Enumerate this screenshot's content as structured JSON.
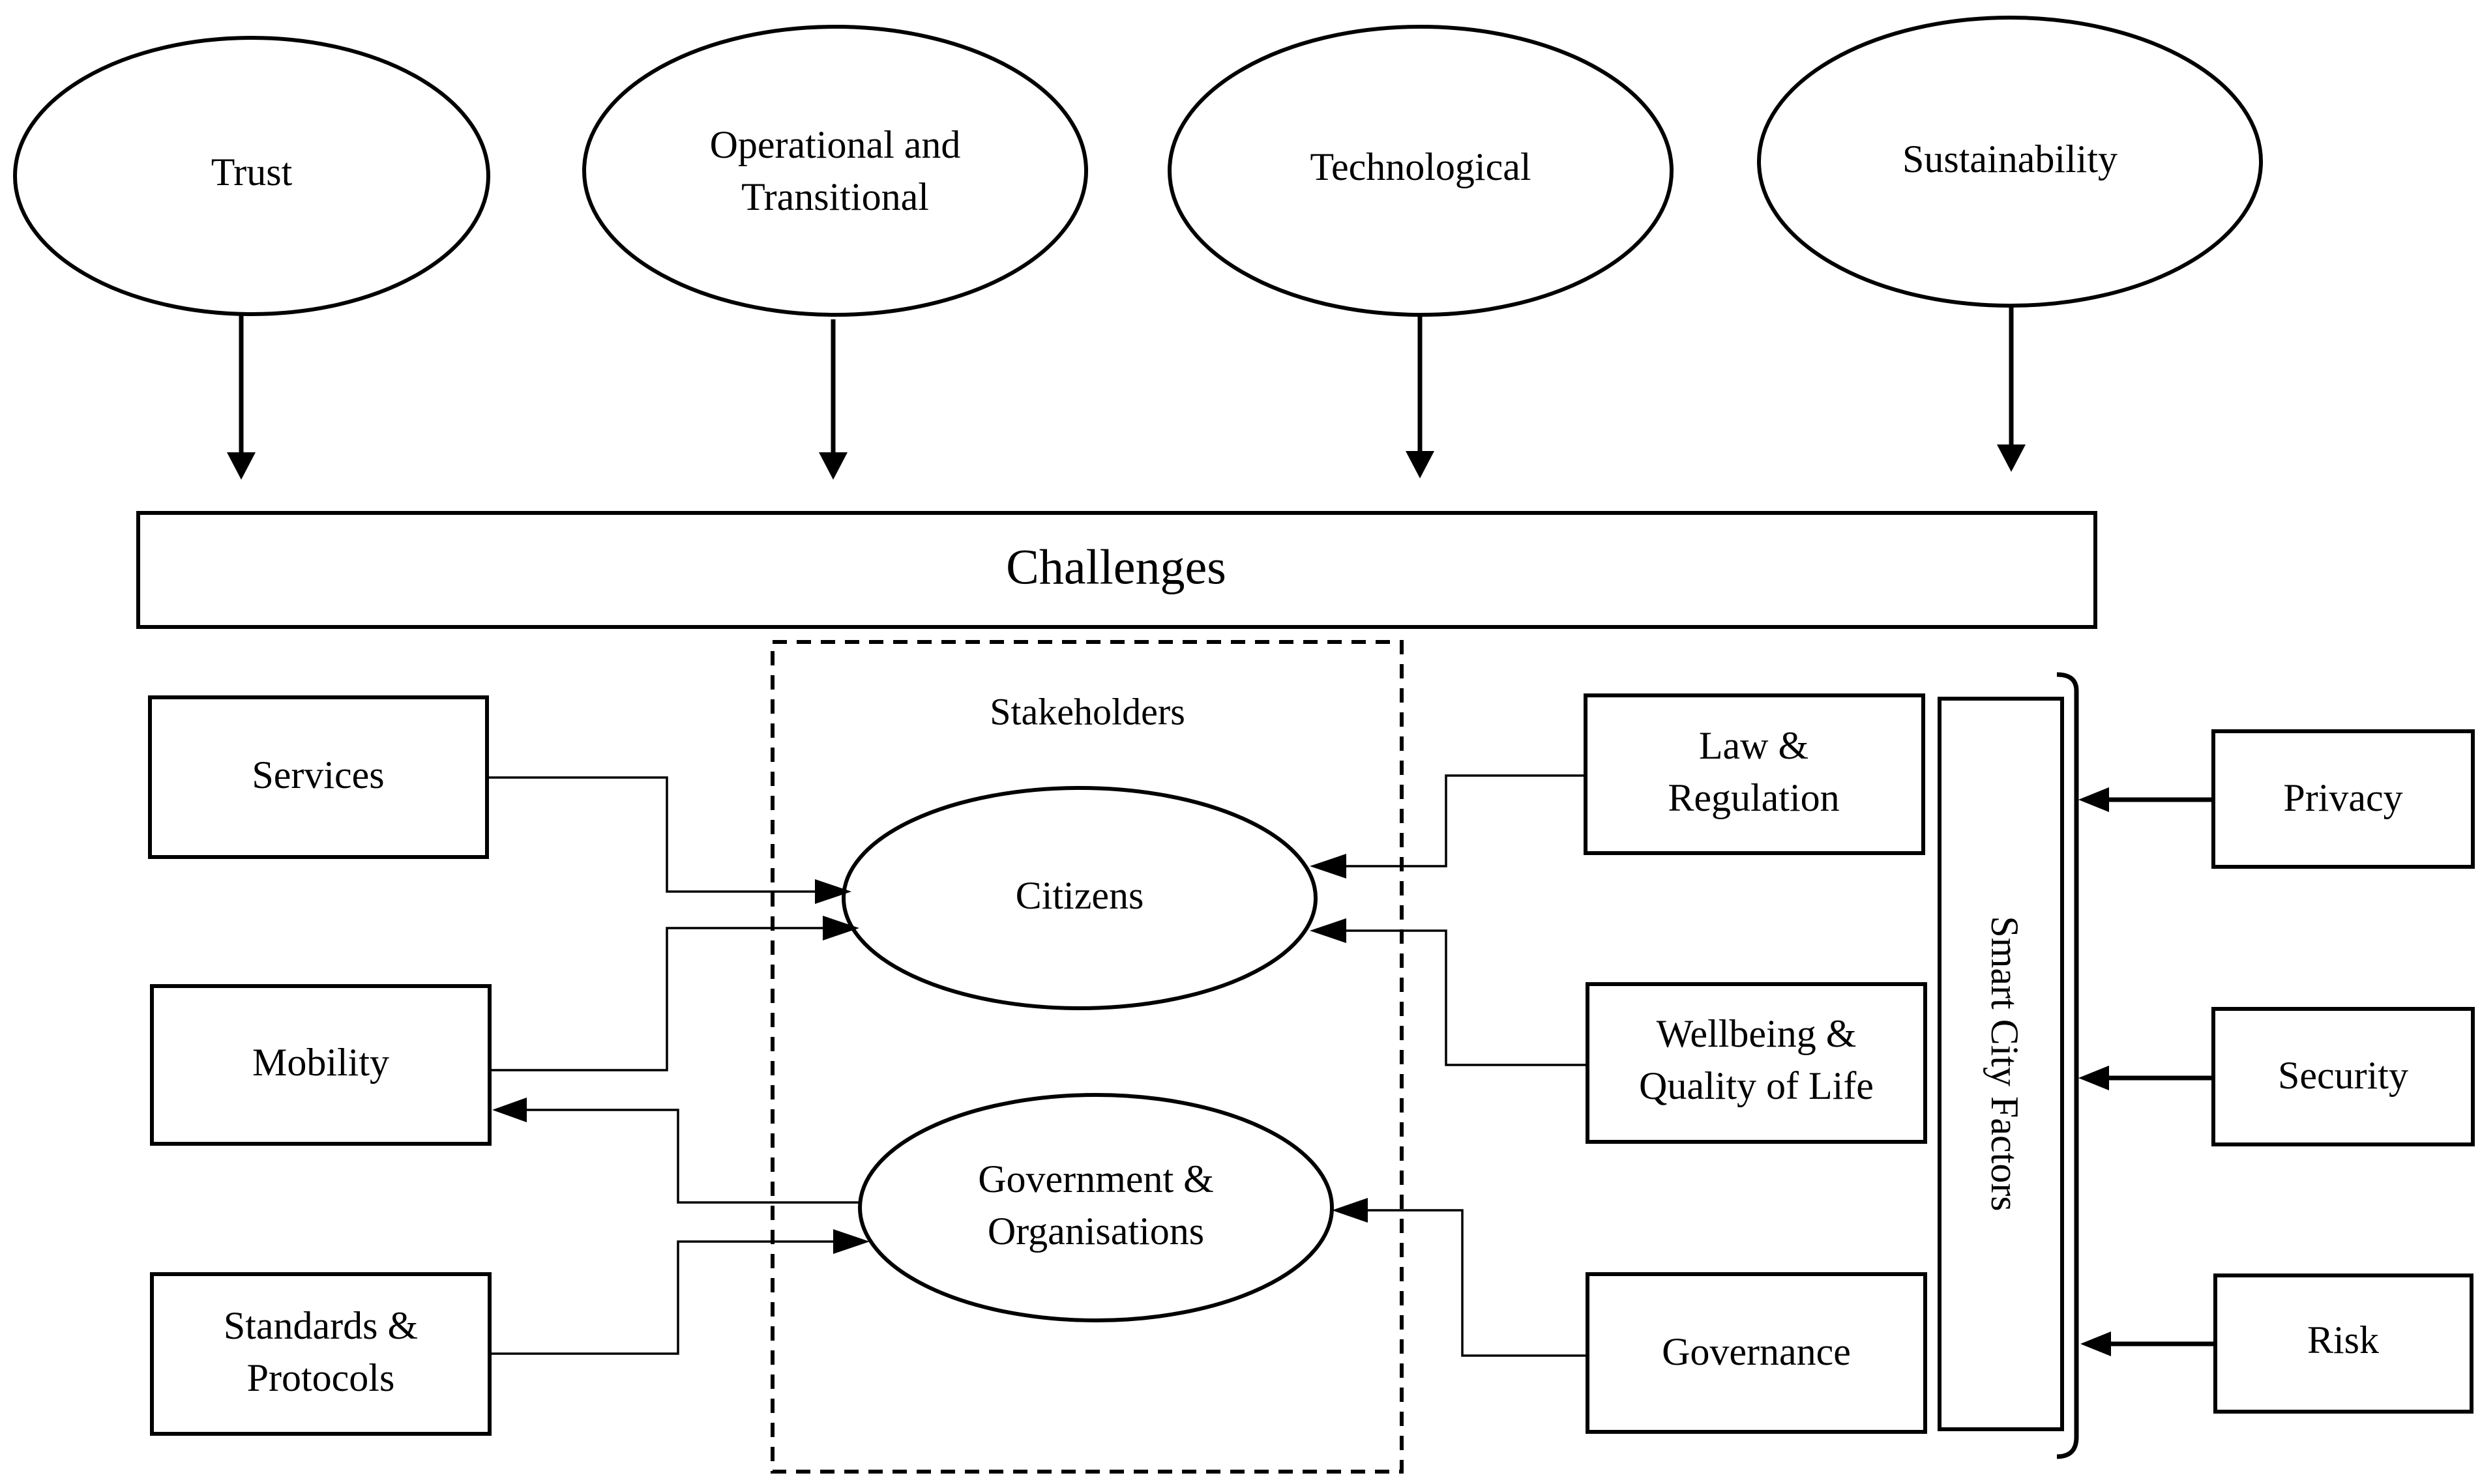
{
  "top_categories": [
    "Trust",
    "Operational and Transitional",
    "Technological",
    "Sustainability"
  ],
  "challenges": "Challenges",
  "stakeholders": {
    "title": "Stakeholders",
    "citizens": "Citizens",
    "government": "Government & Organisations"
  },
  "left_boxes": {
    "services": "Services",
    "mobility": "Mobility",
    "standards": "Standards & Protocols"
  },
  "right_boxes": {
    "law": "Law & Regulation",
    "wellbeing": "Wellbeing & Quality of Life",
    "governance": "Governance"
  },
  "smart_city_factors": "Smart City Factors",
  "far_right": {
    "privacy": "Privacy",
    "security": "Security",
    "risk": "Risk"
  }
}
